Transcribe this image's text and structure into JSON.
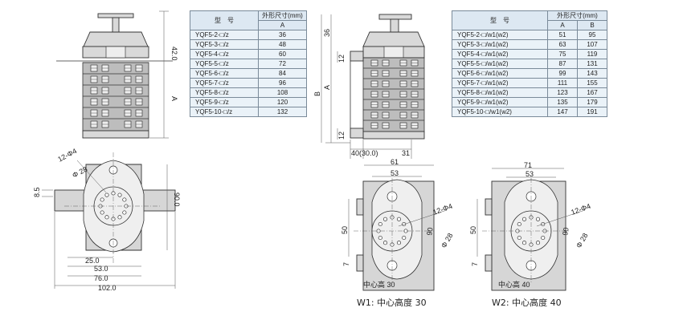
{
  "table1": {
    "col_model": "型　号",
    "col_dims": "外形尺寸(mm)",
    "sub_a": "A",
    "rows": [
      {
        "model": "YQF5-2-□/z",
        "a": "36"
      },
      {
        "model": "YQF5-3-□/z",
        "a": "48"
      },
      {
        "model": "YQF5-4-□/z",
        "a": "60"
      },
      {
        "model": "YQF5-5-□/z",
        "a": "72"
      },
      {
        "model": "YQF5-6-□/z",
        "a": "84"
      },
      {
        "model": "YQF5-7-□/z",
        "a": "96"
      },
      {
        "model": "YQF5-8-□/z",
        "a": "108"
      },
      {
        "model": "YQF5-9-□/z",
        "a": "120"
      },
      {
        "model": "YQF5-10-□/z",
        "a": "132"
      }
    ]
  },
  "table2": {
    "col_model": "型　号",
    "col_dims": "外形尺寸(mm)",
    "sub_a": "A",
    "sub_b": "B",
    "rows": [
      {
        "model": "YQF5-2-□/w1(w2)",
        "a": "51",
        "b": "95"
      },
      {
        "model": "YQF5-3-□/w1(w2)",
        "a": "63",
        "b": "107"
      },
      {
        "model": "YQF5-4-□/w1(w2)",
        "a": "75",
        "b": "119"
      },
      {
        "model": "YQF5-5-□/w1(w2)",
        "a": "87",
        "b": "131"
      },
      {
        "model": "YQF5-6-□/w1(w2)",
        "a": "99",
        "b": "143"
      },
      {
        "model": "YQF5-7-□/w1(w2)",
        "a": "111",
        "b": "155"
      },
      {
        "model": "YQF5-8-□/w1(w2)",
        "a": "123",
        "b": "167"
      },
      {
        "model": "YQF5-9-□/w1(w2)",
        "a": "135",
        "b": "179"
      },
      {
        "model": "YQF5-10-□/w1(w2)",
        "a": "147",
        "b": "191"
      }
    ]
  },
  "dims_left": {
    "d42": "42.0",
    "a": "A",
    "holes": "12-Φ4",
    "d28": "Φ 28",
    "d8_5": "8.5",
    "d90": "90.0",
    "d25": "25.0",
    "d53": "53.0",
    "d76": "76.0",
    "d102": "102.0"
  },
  "dims_mid": {
    "d36": "36",
    "b": "B",
    "a": "A",
    "d12a": "12",
    "d12b": "12",
    "d40": "40(30.0)",
    "d31": "31",
    "d61": "61",
    "d53": "53",
    "d50": "50",
    "d90": "90",
    "d7": "7",
    "holes": "12-Φ4",
    "d28": "Φ 28",
    "center": "中心高 30"
  },
  "dims_right": {
    "d71": "71",
    "d53": "53",
    "d50": "50",
    "d90": "90",
    "d7": "7",
    "holes": "12-Φ4",
    "d28": "Φ 28",
    "center": "中心高 40"
  },
  "captions": {
    "w1": "W1:  中心高度 30",
    "w2": "W2:  中心高度 40"
  }
}
